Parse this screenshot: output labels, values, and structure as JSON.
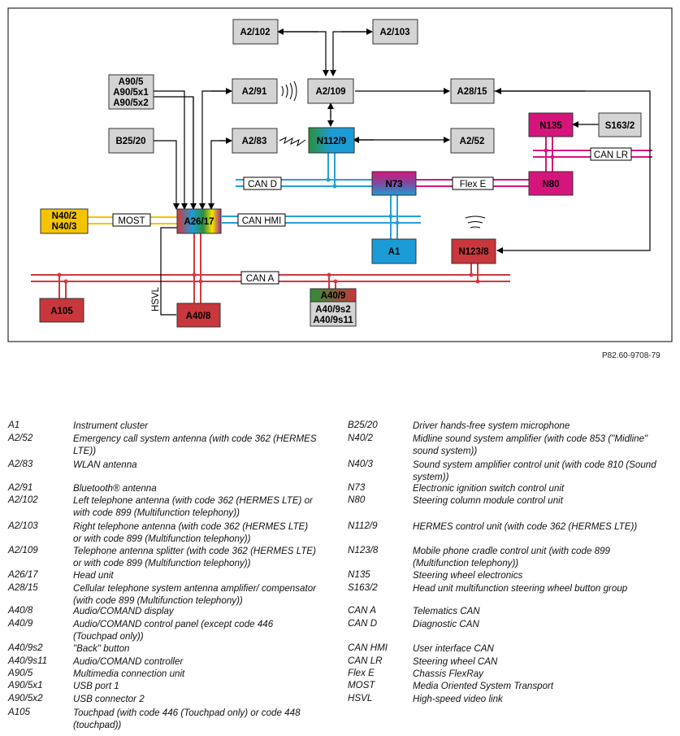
{
  "figure_ref": "P82.60-9708-79",
  "colors": {
    "gray_box": "#d4d4d4",
    "magenta": "#d6157c",
    "red": "#c7373c",
    "blue": "#1c9cd6",
    "yellow": "#f5c400",
    "green": "#2d8f3a",
    "can_d": "#27a0d8",
    "can_hmi": "#27a0d8",
    "can_a": "#d2383e",
    "flex_e": "#d6157c",
    "can_lr": "#d6157c",
    "most": "#f5c400"
  },
  "components": {
    "a2_102": "A2/102",
    "a2_103": "A2/103",
    "a90_5": "A90/5",
    "a90_5x1": "A90/5x1",
    "a90_5x2": "A90/5x2",
    "a2_91": "A2/91",
    "a2_109": "A2/109",
    "a28_15": "A28/15",
    "n135": "N135",
    "s163_2": "S163/2",
    "b25_20": "B25/20",
    "a2_83": "A2/83",
    "n112_9": "N112/9",
    "a2_52": "A2/52",
    "n73": "N73",
    "n80": "N80",
    "n40_2": "N40/2",
    "n40_3": "N40/3",
    "a26_17": "A26/17",
    "a1": "A1",
    "n123_8": "N123/8",
    "a105": "A105",
    "a40_8": "A40/8",
    "a40_9": "A40/9",
    "a40_9s2": "A40/9s2",
    "a40_9s11": "A40/9s11"
  },
  "buses": {
    "can_d": "CAN D",
    "flex_e": "Flex E",
    "can_lr": "CAN LR",
    "most": "MOST",
    "can_hmi": "CAN HMI",
    "can_a": "CAN A",
    "hsvl": "HSVL"
  },
  "legend_left": [
    {
      "code": "A1",
      "desc": "Instrument cluster"
    },
    {
      "code": "A2/52",
      "desc": "Emergency call system antenna (with code 362 (HERMES LTE))"
    },
    {
      "code": "A2/83",
      "desc": "WLAN antenna"
    },
    {
      "code": "A2/91",
      "desc": "Bluetooth® antenna"
    },
    {
      "code": "A2/102",
      "desc": "Left telephone antenna (with code 362 (HERMES LTE) or with code 899 (Multifunction telephony))"
    },
    {
      "code": "A2/103",
      "desc": "Right telephone antenna (with code 362 (HERMES LTE) or with code 899 (Multifunction telephony))"
    },
    {
      "code": "A2/109",
      "desc": "Telephone antenna splitter (with code 362 (HERMES LTE) or with code 899 (Multifunction telephony))"
    },
    {
      "code": "A26/17",
      "desc": "Head unit"
    },
    {
      "code": "A28/15",
      "desc": "Cellular telephone system antenna amplifier/ compensator (with code 899 (Multifunction telephony))"
    },
    {
      "code": "A40/8",
      "desc": "Audio/COMAND display"
    },
    {
      "code": "A40/9",
      "desc": "Audio/COMAND control panel (except code 446 (Touchpad only))"
    },
    {
      "code": "A40/9s2",
      "desc": "\"Back\" button"
    },
    {
      "code": "A40/9s11",
      "desc": "Audio/COMAND controller"
    },
    {
      "code": "A90/5",
      "desc": "Multimedia connection unit"
    },
    {
      "code": "A90/5x1",
      "desc": "USB port 1"
    },
    {
      "code": "A90/5x2",
      "desc": "USB connector 2"
    },
    {
      "code": "A105",
      "desc": "Touchpad (with code 446 (Touchpad only) or code 448 (touchpad))"
    }
  ],
  "legend_right": [
    {
      "code": "B25/20",
      "desc": "Driver hands-free system microphone"
    },
    {
      "code": "N40/2",
      "desc": "Midline sound system amplifier (with code 853 (\"Midline\" sound system))"
    },
    {
      "code": "N40/3",
      "desc": "Sound system amplifier control unit (with code 810 (Sound system))"
    },
    {
      "code": "N73",
      "desc": "Electronic ignition switch control unit"
    },
    {
      "code": "N80",
      "desc": "Steering column module control unit"
    },
    {
      "code": "N112/9",
      "desc": "HERMES control unit (with code 362 (HERMES LTE))"
    },
    {
      "code": "N123/8",
      "desc": "Mobile phone cradle control unit (with code 899 (Multifunction telephony))"
    },
    {
      "code": "N135",
      "desc": "Steering wheel electronics"
    },
    {
      "code": "S163/2",
      "desc": "Head unit multifunction steering wheel button group"
    },
    {
      "code": "CAN A",
      "desc": "Telematics CAN"
    },
    {
      "code": "CAN D",
      "desc": "Diagnostic CAN"
    },
    {
      "code": "CAN HMI",
      "desc": "User interface CAN"
    },
    {
      "code": "CAN LR",
      "desc": "Steering wheel CAN"
    },
    {
      "code": "Flex E",
      "desc": "Chassis FlexRay"
    },
    {
      "code": "MOST",
      "desc": "Media Oriented System Transport"
    },
    {
      "code": "HSVL",
      "desc": "High-speed video link"
    }
  ]
}
